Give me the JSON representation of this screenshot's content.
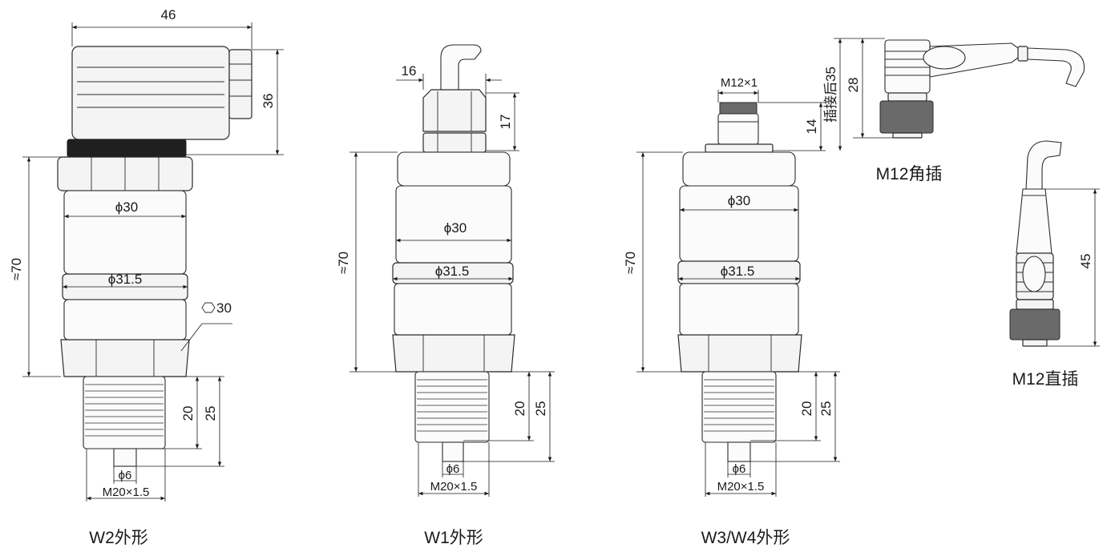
{
  "views": {
    "w2": {
      "caption": "W2外形",
      "width": "46",
      "connector_height": "36",
      "body_height": "≈70",
      "dia_upper": "ϕ30",
      "dia_band": "ϕ31.5",
      "hex": "30",
      "thread_len_a": "20",
      "thread_len_b": "25",
      "port_dia": "ϕ6",
      "thread": "M20×1.5"
    },
    "w1": {
      "caption": "W1外形",
      "gland_width": "16",
      "gland_height": "17",
      "body_height": "≈70",
      "dia_upper": "ϕ30",
      "dia_band": "ϕ31.5",
      "thread_len_a": "20",
      "thread_len_b": "25",
      "port_dia": "ϕ6",
      "thread": "M20×1.5"
    },
    "w3w4": {
      "caption": "W3/W4外形",
      "connector_thread": "M12×1",
      "connector_height": "14",
      "body_height": "≈70",
      "dia_upper": "ϕ30",
      "dia_band": "ϕ31.5",
      "thread_len_a": "20",
      "thread_len_b": "25",
      "port_dia": "ϕ6",
      "thread": "M20×1.5"
    },
    "m12_angle": {
      "caption": "M12角插",
      "height": "28",
      "mated_label": "插接后35"
    },
    "m12_straight": {
      "caption": "M12直插",
      "height": "45"
    }
  }
}
